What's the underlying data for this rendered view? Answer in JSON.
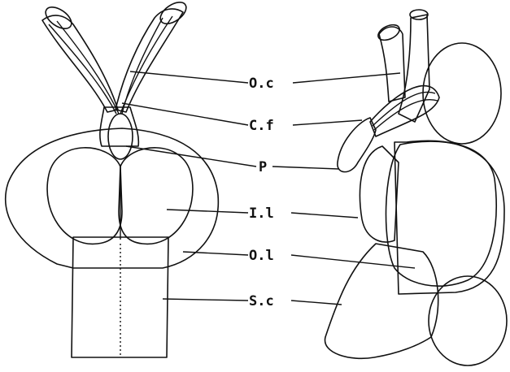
{
  "labels": [
    {
      "id": "oc",
      "text": "O.c"
    },
    {
      "id": "cf",
      "text": "C.f"
    },
    {
      "id": "p",
      "text": "P"
    },
    {
      "id": "il",
      "text": "I.l"
    },
    {
      "id": "ol",
      "text": "O.l"
    },
    {
      "id": "sc",
      "text": "S.c"
    }
  ]
}
